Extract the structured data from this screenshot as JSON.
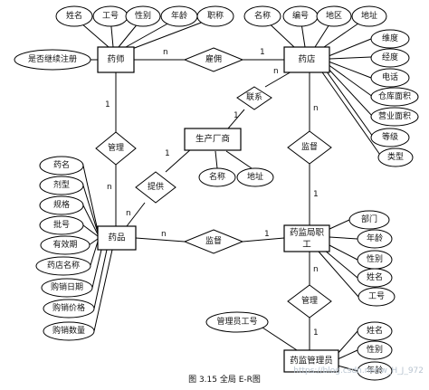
{
  "entities": {
    "pharmacist": "药师",
    "pharmacy": "药店",
    "manufacturer": "生产厂商",
    "drug": "药品",
    "supervisor_staff": "药监局职工",
    "supervisor_admin": "药监管理员"
  },
  "relationships": {
    "employ": "雇佣",
    "contact": "联系",
    "manage_drug": "管理",
    "supply": "提供",
    "supervise_pharmacy": "监督",
    "supervise_drug": "监督",
    "manage_staff": "管理"
  },
  "attributes": {
    "pharmacist": [
      "姓名",
      "工号",
      "性别",
      "年龄",
      "职称",
      "是否继续注册"
    ],
    "pharmacy": [
      "名称",
      "编号",
      "地区",
      "地址",
      "维度",
      "经度",
      "电话",
      "仓库面积",
      "营业面积",
      "等级",
      "类型"
    ],
    "manufacturer": [
      "名称",
      "地址"
    ],
    "drug": [
      "药名",
      "剂型",
      "规格",
      "批号",
      "有效期",
      "药店名称",
      "购销日期",
      "购销价格",
      "购销数量"
    ],
    "supervisor_staff": [
      "部门",
      "年龄",
      "性别",
      "姓名",
      "工号"
    ],
    "supervisor_admin": [
      "管理员工号",
      "姓名",
      "性别",
      "年龄"
    ]
  },
  "cardinality": {
    "pharmacist_employ": "n",
    "employ_pharmacy": "1",
    "pharmacy_contact": "n",
    "contact_manufacturer": "1",
    "pharmacist_manage": "1",
    "manage_drug": "n",
    "manufacturer_supply": "1",
    "supply_drug": "n",
    "drug_supervise": "n",
    "supervise_staff": "1",
    "pharmacy_supervise": "n",
    "supervise_staff_2": "1",
    "staff_manage": "n",
    "manage_admin": "1"
  },
  "caption": "图 3.15 全局 E-R图",
  "watermark": "https://blog.csdn.net/w_H_J_972"
}
